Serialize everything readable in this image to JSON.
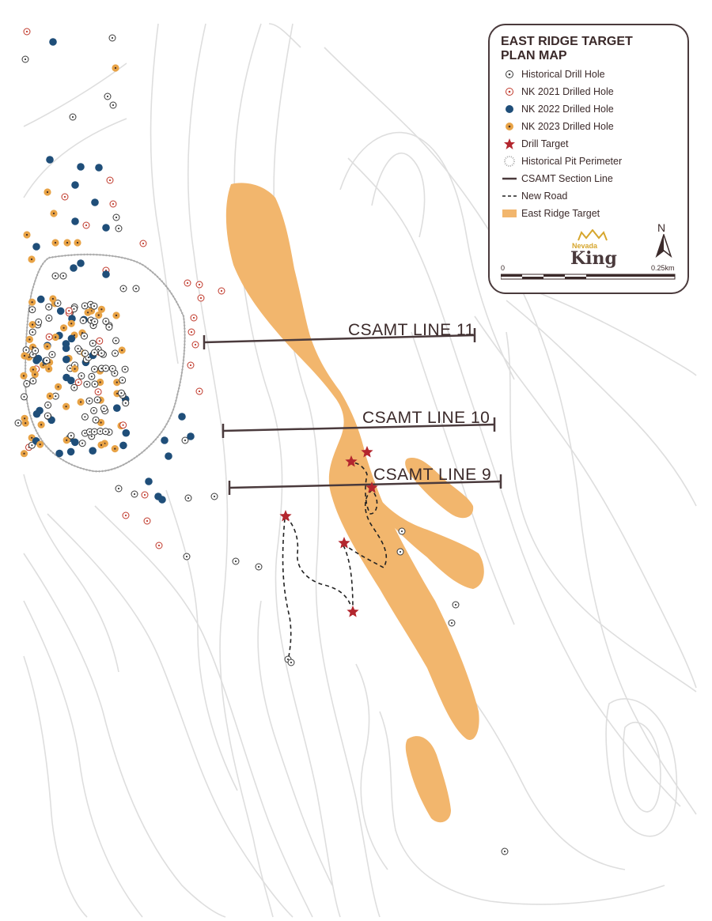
{
  "legend": {
    "title_line1": "EAST RIDGE TARGET",
    "title_line2": "PLAN MAP",
    "items": [
      {
        "label": "Historical Drill Hole"
      },
      {
        "label": "NK 2021 Drilled Hole"
      },
      {
        "label": "NK 2022 Drilled Hole"
      },
      {
        "label": "NK 2023 Drilled Hole"
      },
      {
        "label": "Drill Target"
      },
      {
        "label": "Historical Pit Perimeter"
      },
      {
        "label": "CSAMT Section Line"
      },
      {
        "label": "New Road"
      },
      {
        "label": "East Ridge Target"
      }
    ],
    "north": "N",
    "scale_start": "0",
    "scale_end": "0.25km",
    "brand_top": "Nevada",
    "brand_main": "King"
  },
  "csamt_lines": [
    "CSAMT LINE 11",
    "CSAMT LINE 10",
    "CSAMT LINE 9"
  ],
  "colors": {
    "historical": "#3b3b3b",
    "nk2021": "#c0392b",
    "nk2022": "#1f4e79",
    "nk2023": "#e8a346",
    "target_zone": "#f2b66d",
    "drill_target": "#b3262e",
    "line": "#4a3a3c",
    "contour": "#d9d9d9",
    "pit": "#a8a8a8"
  },
  "icons": [
    "drill-target-star-icon",
    "north-arrow-icon",
    "nevada-king-logo-icon"
  ]
}
